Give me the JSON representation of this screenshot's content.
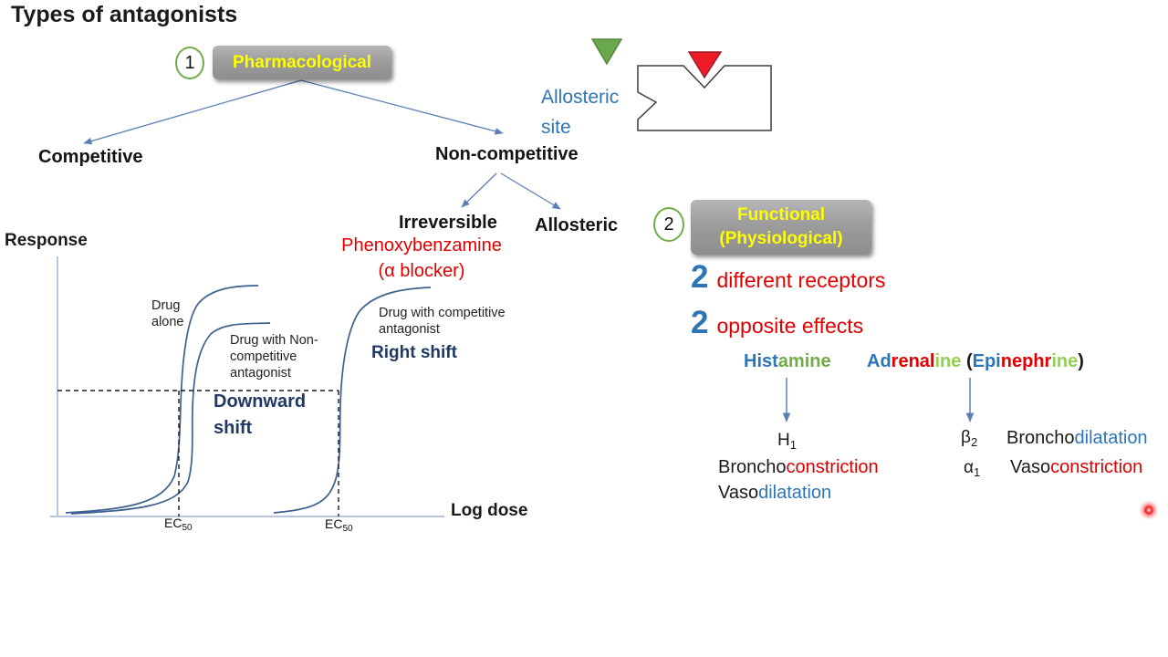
{
  "title": "Types of antagonists",
  "colors": {
    "accent_blue": "#2e75b6",
    "navy": "#1f3864",
    "red": "#e00000",
    "green": "#70ad47",
    "light_green": "#92d050",
    "yellow": "#ffff00",
    "connector_blue": "#5b7fb5",
    "curve_blue": "#3e608f"
  },
  "tree": {
    "number": "1",
    "root": "Pharmacological",
    "competitive": "Competitive",
    "non_competitive": "Non-competitive",
    "irreversible": "Irreversible",
    "allosteric": "Allosteric",
    "example_line1": "Phenoxybenzamine",
    "example_line2": "(α blocker)"
  },
  "receptor_diagram": {
    "allosteric_site_line1": "Allosteric",
    "allosteric_site_line2": "site",
    "agonist_triangle": "green-triangle",
    "antagonist_triangle": "red-triangle"
  },
  "graph": {
    "y_label": "Response",
    "x_label": "Log dose",
    "drug_alone_line1": "Drug",
    "drug_alone_line2": "alone",
    "non_competitive_line1": "Drug with Non-",
    "non_competitive_line2": "competitive",
    "non_competitive_line3": "antagonist",
    "competitive_line1": "Drug with competitive",
    "competitive_line2": "antagonist",
    "right_shift": "Right shift",
    "downward_shift_line1": "Downward",
    "downward_shift_line2": "shift",
    "ec50_base": "EC",
    "ec50_sub": "50"
  },
  "functional": {
    "number": "2",
    "box_line1": "Functional",
    "box_line2": "(Physiological)",
    "point1_num": "2",
    "point1_text": "different receptors",
    "point2_num": "2",
    "point2_text": "opposite effects"
  },
  "mediators": {
    "histamine_segments": [
      {
        "text": "Hist",
        "color": "#2e75b6"
      },
      {
        "text": "amine",
        "color": "#70ad47"
      }
    ],
    "adrenaline_segments": [
      {
        "text": "Ad",
        "color": "#2e75b6"
      },
      {
        "text": "renal",
        "color": "#e00000"
      },
      {
        "text": "ine",
        "color": "#92d050"
      }
    ],
    "epinephrine_segments": [
      {
        "text": "(",
        "color": "#1a1a1a"
      },
      {
        "text": "Epi",
        "color": "#2e75b6"
      },
      {
        "text": "nephr",
        "color": "#e00000"
      },
      {
        "text": "ine",
        "color": "#92d050"
      },
      {
        "text": ")",
        "color": "#1a1a1a"
      }
    ]
  },
  "receptors_effects": {
    "h1_base": "H",
    "h1_sub": "1",
    "beta2_base": "β",
    "beta2_sub": "2",
    "alpha1_base": "α",
    "alpha1_sub": "1",
    "broncho_constriction_segments": [
      {
        "text": "Broncho",
        "color": "#1a1a1a"
      },
      {
        "text": "constriction",
        "color": "#e00000"
      }
    ],
    "vaso_dilatation_segments": [
      {
        "text": "Vaso",
        "color": "#1a1a1a"
      },
      {
        "text": "dilatation",
        "color": "#2e75b6"
      }
    ],
    "broncho_dilatation_segments": [
      {
        "text": "Broncho",
        "color": "#1a1a1a"
      },
      {
        "text": "dilatation",
        "color": "#2e75b6"
      }
    ],
    "vaso_constriction_segments": [
      {
        "text": "Vaso",
        "color": "#1a1a1a"
      },
      {
        "text": "constriction",
        "color": "#e00000"
      }
    ]
  }
}
